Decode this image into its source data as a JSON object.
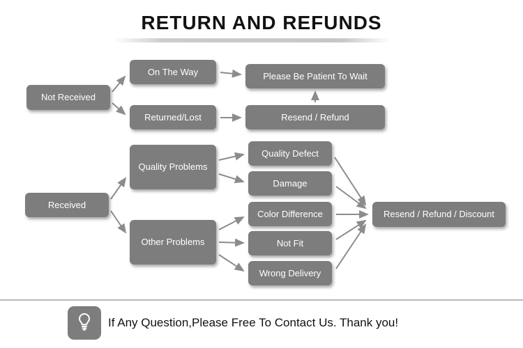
{
  "title": "RETURN AND REFUNDS",
  "nodes": {
    "not_received": "Not Received",
    "on_the_way": "On The Way",
    "returned_lost": "Returned/Lost",
    "please_wait": "Please Be Patient To Wait",
    "resend_refund": "Resend / Refund",
    "received": "Received",
    "quality_problems": "Quality Problems",
    "other_problems": "Other Problems",
    "quality_defect": "Quality Defect",
    "damage": "Damage",
    "color_difference": "Color Difference",
    "not_fit": "Not Fit",
    "wrong_delivery": "Wrong Delivery",
    "resend_refund_discount": "Resend / Refund / Discount"
  },
  "edges": [
    {
      "from": "not_received",
      "to": "on_the_way"
    },
    {
      "from": "not_received",
      "to": "returned_lost"
    },
    {
      "from": "on_the_way",
      "to": "please_wait"
    },
    {
      "from": "returned_lost",
      "to": "resend_refund"
    },
    {
      "from": "resend_refund",
      "to": "please_wait"
    },
    {
      "from": "received",
      "to": "quality_problems"
    },
    {
      "from": "received",
      "to": "other_problems"
    },
    {
      "from": "quality_problems",
      "to": "quality_defect"
    },
    {
      "from": "quality_problems",
      "to": "damage"
    },
    {
      "from": "other_problems",
      "to": "color_difference"
    },
    {
      "from": "other_problems",
      "to": "not_fit"
    },
    {
      "from": "other_problems",
      "to": "wrong_delivery"
    },
    {
      "from": "quality_defect",
      "to": "resend_refund_discount"
    },
    {
      "from": "damage",
      "to": "resend_refund_discount"
    },
    {
      "from": "color_difference",
      "to": "resend_refund_discount"
    },
    {
      "from": "not_fit",
      "to": "resend_refund_discount"
    },
    {
      "from": "wrong_delivery",
      "to": "resend_refund_discount"
    }
  ],
  "footer": {
    "message": "If Any Question,Please Free To Contact Us. Thank you!",
    "icon": "lightbulb-icon"
  },
  "colors": {
    "box_gray": "#7d7d7d",
    "arrow_gray": "#8c8c8c",
    "title_black": "#121212",
    "background": "#ffffff"
  }
}
